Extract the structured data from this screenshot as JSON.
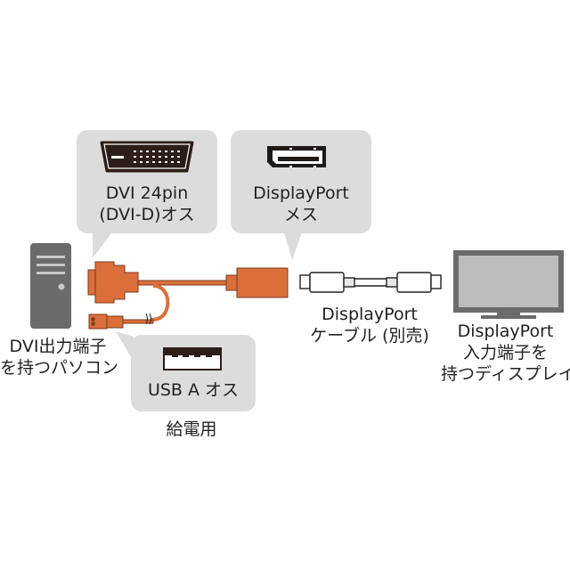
{
  "colors": {
    "callout_bg": "#dcdcdc",
    "cable_orange": "#db6f3c",
    "cable_outline": "#7a3a1c",
    "device_gray": "#6b6b6b",
    "screen_gray": "#bdbdbd",
    "text": "#231f20"
  },
  "callouts": {
    "dvi": {
      "line1": "DVI 24pin",
      "line2": "(DVI-D)オス",
      "icon": "dvi-connector-icon"
    },
    "displayport": {
      "line1": "DisplayPort",
      "line2": "メス",
      "icon": "displayport-connector-icon"
    },
    "usb": {
      "line1": "USB A オス",
      "icon": "usb-a-connector-icon"
    }
  },
  "labels": {
    "pc": {
      "line1": "DVI出力端子",
      "line2": "を持つパソコン"
    },
    "usb_note": "給電用",
    "cable": {
      "line1": "DisplayPort",
      "line2": "ケーブル (別売)"
    },
    "display": {
      "line1": "DisplayPort",
      "line2": "入力端子を",
      "line3": "持つディスプレイ"
    }
  }
}
